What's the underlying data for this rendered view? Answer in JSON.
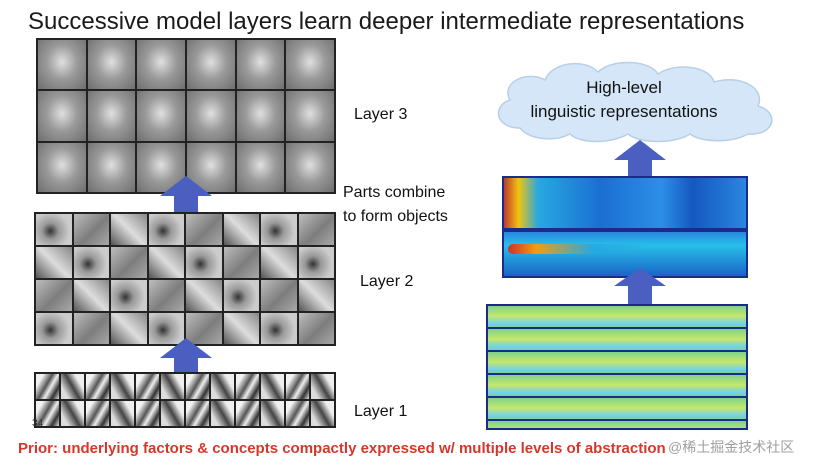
{
  "title": "Successive model layers learn deeper intermediate representations",
  "labels": {
    "layer3": "Layer 3",
    "layer2": "Layer 2",
    "layer1": "Layer 1",
    "parts_combine": "Parts combine",
    "to_form_objects": "to form objects"
  },
  "cloud": {
    "line1": "High-level",
    "line2": "linguistic representations"
  },
  "footer": {
    "prior": "Prior: underlying factors & concepts compactly expressed w/ multiple levels of abstraction",
    "page_number": "34",
    "watermark": "@稀土掘金技术社区"
  },
  "colors": {
    "arrow": "#4b5fc0",
    "prior_text": "#d6372b",
    "spectrogram_border": "#1b2b8a"
  },
  "icons": [
    "up-arrow-icon",
    "cloud-icon"
  ]
}
